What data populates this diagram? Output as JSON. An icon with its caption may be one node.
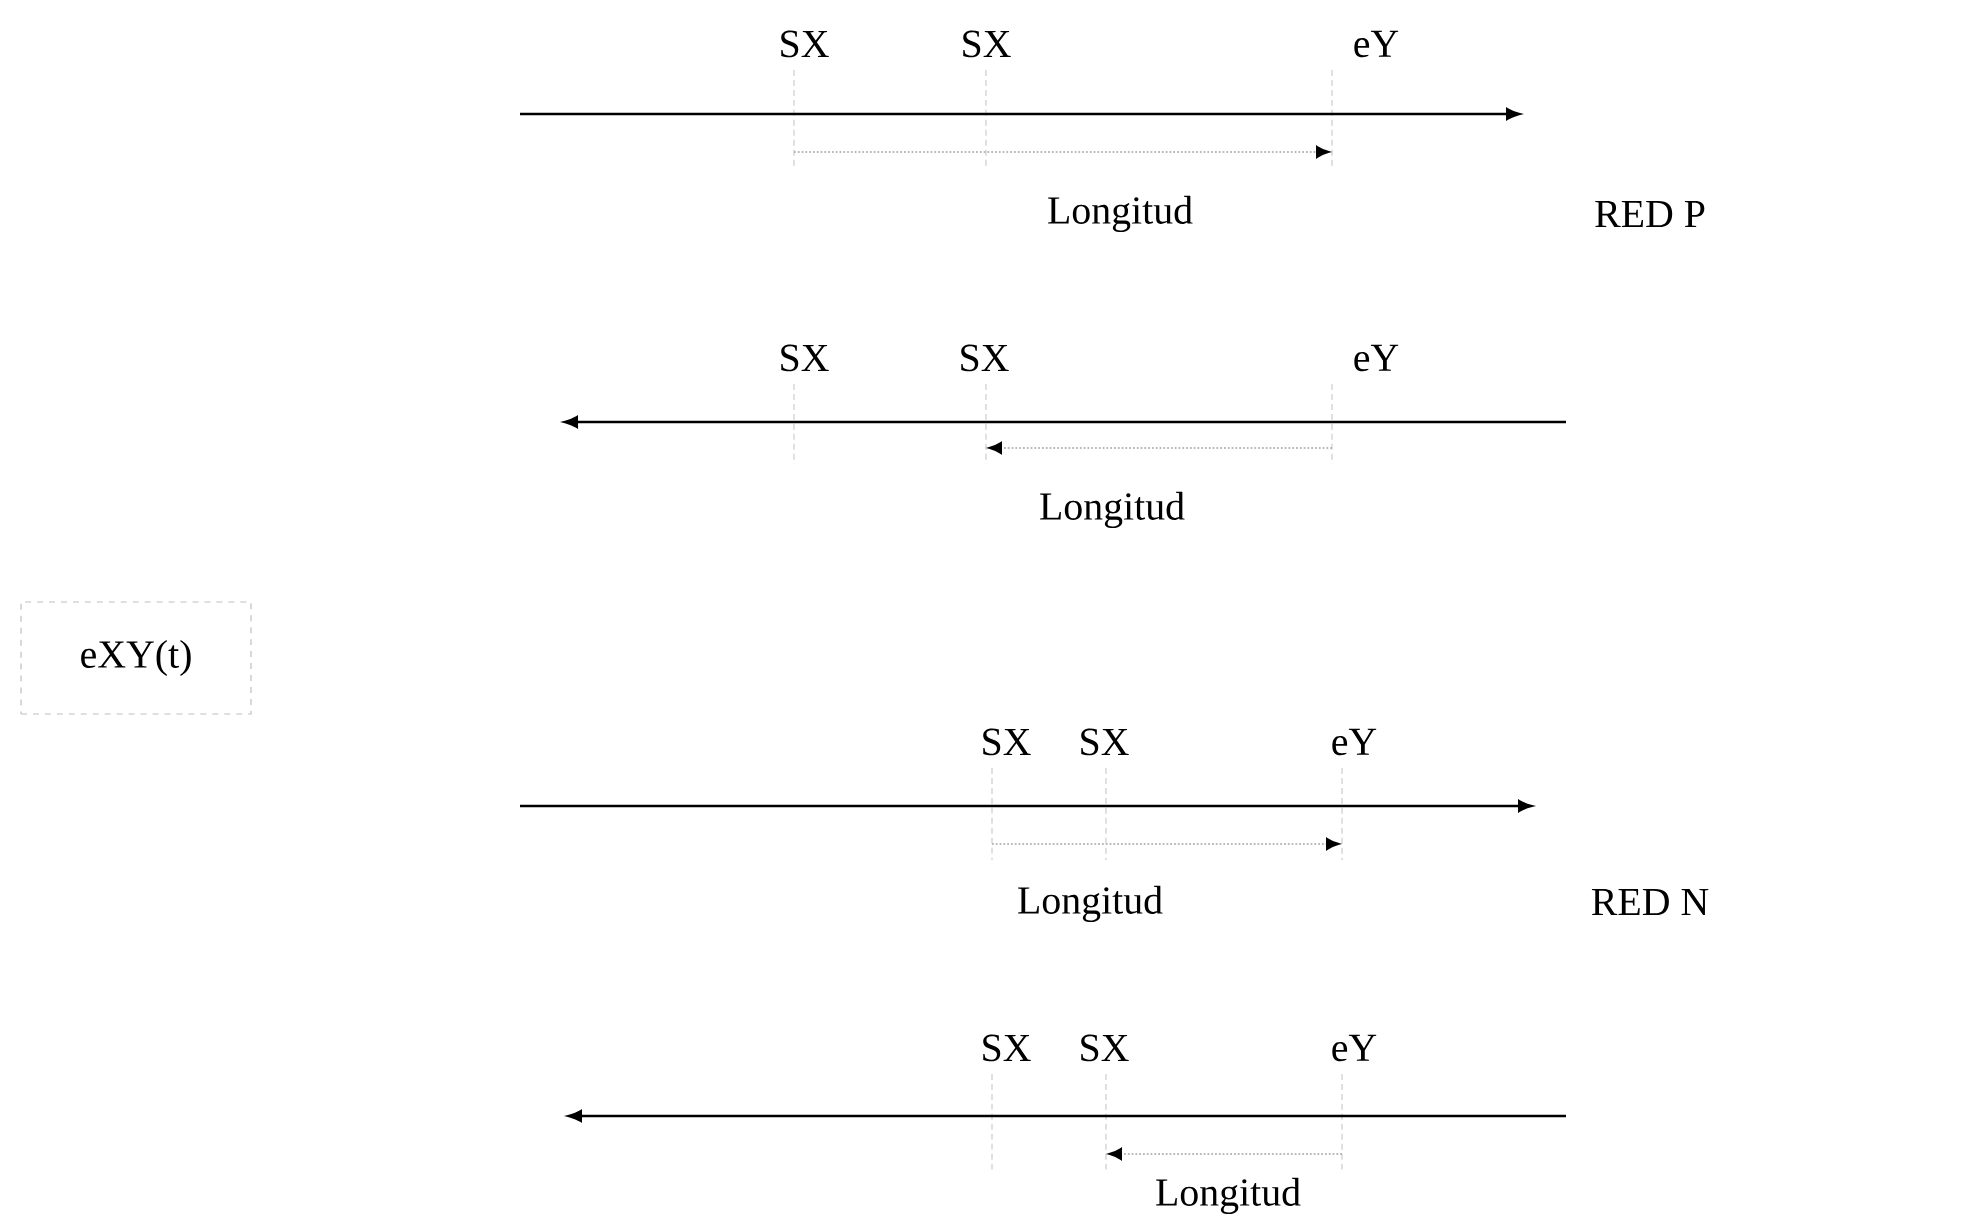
{
  "diagram": {
    "nodes": [
      {
        "text": [
          "eXY(t)"
        ]
      }
    ],
    "labels": [
      "SX",
      "SX",
      "eY",
      "Longitud",
      "RED P",
      "SX",
      "SX",
      "eY",
      "Longitud",
      "SX",
      "SX",
      "eY",
      "Longitud",
      "RED N",
      "SX",
      "SX",
      "eY",
      "Longitud"
    ]
  }
}
